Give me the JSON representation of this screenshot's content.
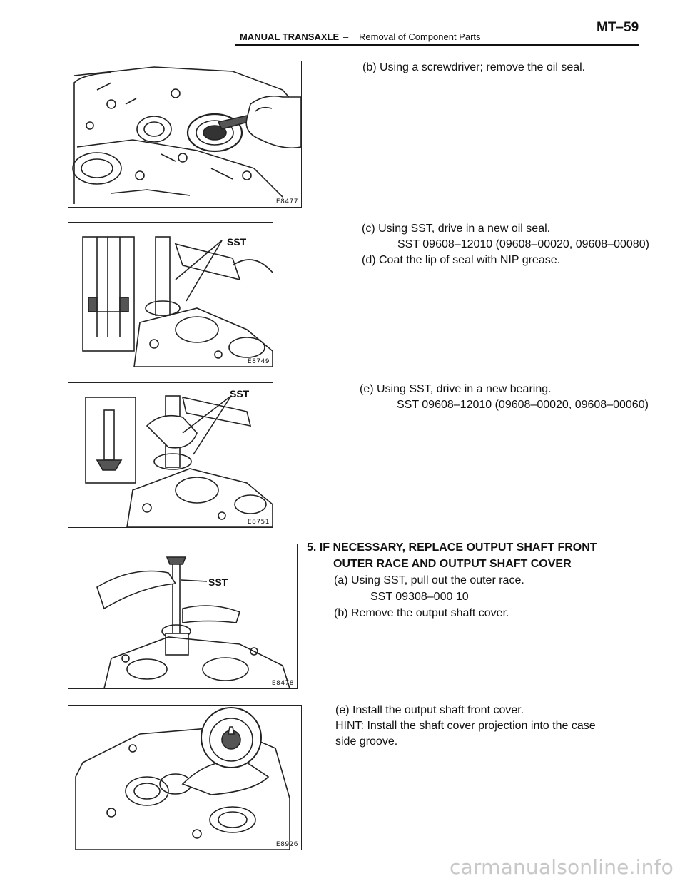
{
  "header": {
    "section": "MANUAL TRANSAXLE",
    "dash": "–",
    "subsection": "Removal of Component Parts",
    "page": "MT–59"
  },
  "figures": [
    {
      "code": "E8477"
    },
    {
      "code": "E8749",
      "sst_label": "SST"
    },
    {
      "code": "E8751",
      "sst_label": "SST"
    },
    {
      "code": "E8478",
      "sst_label": "SST"
    },
    {
      "code": "E8926"
    }
  ],
  "steps": {
    "b1": "(b) Using a screwdriver; remove the oil seal.",
    "c": "(c) Using SST, drive in a new oil seal.",
    "c_sst": "SST 09608–12010 (09608–00020, 09608–00080)",
    "d": "(d) Coat the lip of seal with NIP grease.",
    "e1": "(e) Using SST, drive in a new bearing.",
    "e1_sst": "SST 09608–12010 (09608–00020, 09608–00060)",
    "s5_line1": "5. IF NECESSARY, REPLACE OUTPUT SHAFT FRONT",
    "s5_line2": "OUTER RACE AND OUTPUT SHAFT COVER",
    "a": "(a) Using SST, pull out the outer race.",
    "a_sst": "SST 09308–000 10",
    "b2": "(b) Remove the output shaft cover.",
    "e2": "(e) Install the output shaft front cover.",
    "hint_line1": "HINT: Install the shaft cover projection into the case",
    "hint_line2": "side groove."
  },
  "watermark": "carmanualsonline.info"
}
